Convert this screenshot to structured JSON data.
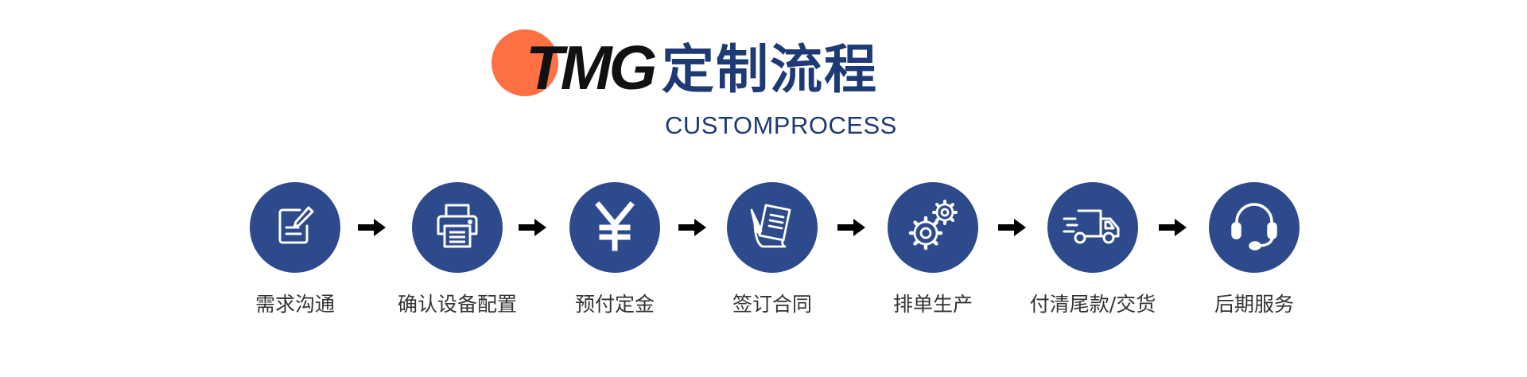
{
  "header": {
    "logo_text": "TMG",
    "title": "定制流程",
    "subtitle": "CUSTOMPROCESS"
  },
  "colors": {
    "brand_blue": "#2d4a8c",
    "title_blue": "#1e3a74",
    "logo_orange": "#ff7043",
    "label_gray": "#333333"
  },
  "steps": [
    {
      "label": "需求沟通",
      "icon": "document-pen-icon"
    },
    {
      "label": "确认设备配置",
      "icon": "printer-icon"
    },
    {
      "label": "预付定金",
      "icon": "yen-icon"
    },
    {
      "label": "签订合同",
      "icon": "contract-sign-icon"
    },
    {
      "label": "排单生产",
      "icon": "gears-icon"
    },
    {
      "label": "付清尾款/交货",
      "icon": "delivery-truck-icon"
    },
    {
      "label": "后期服务",
      "icon": "headset-icon"
    }
  ]
}
